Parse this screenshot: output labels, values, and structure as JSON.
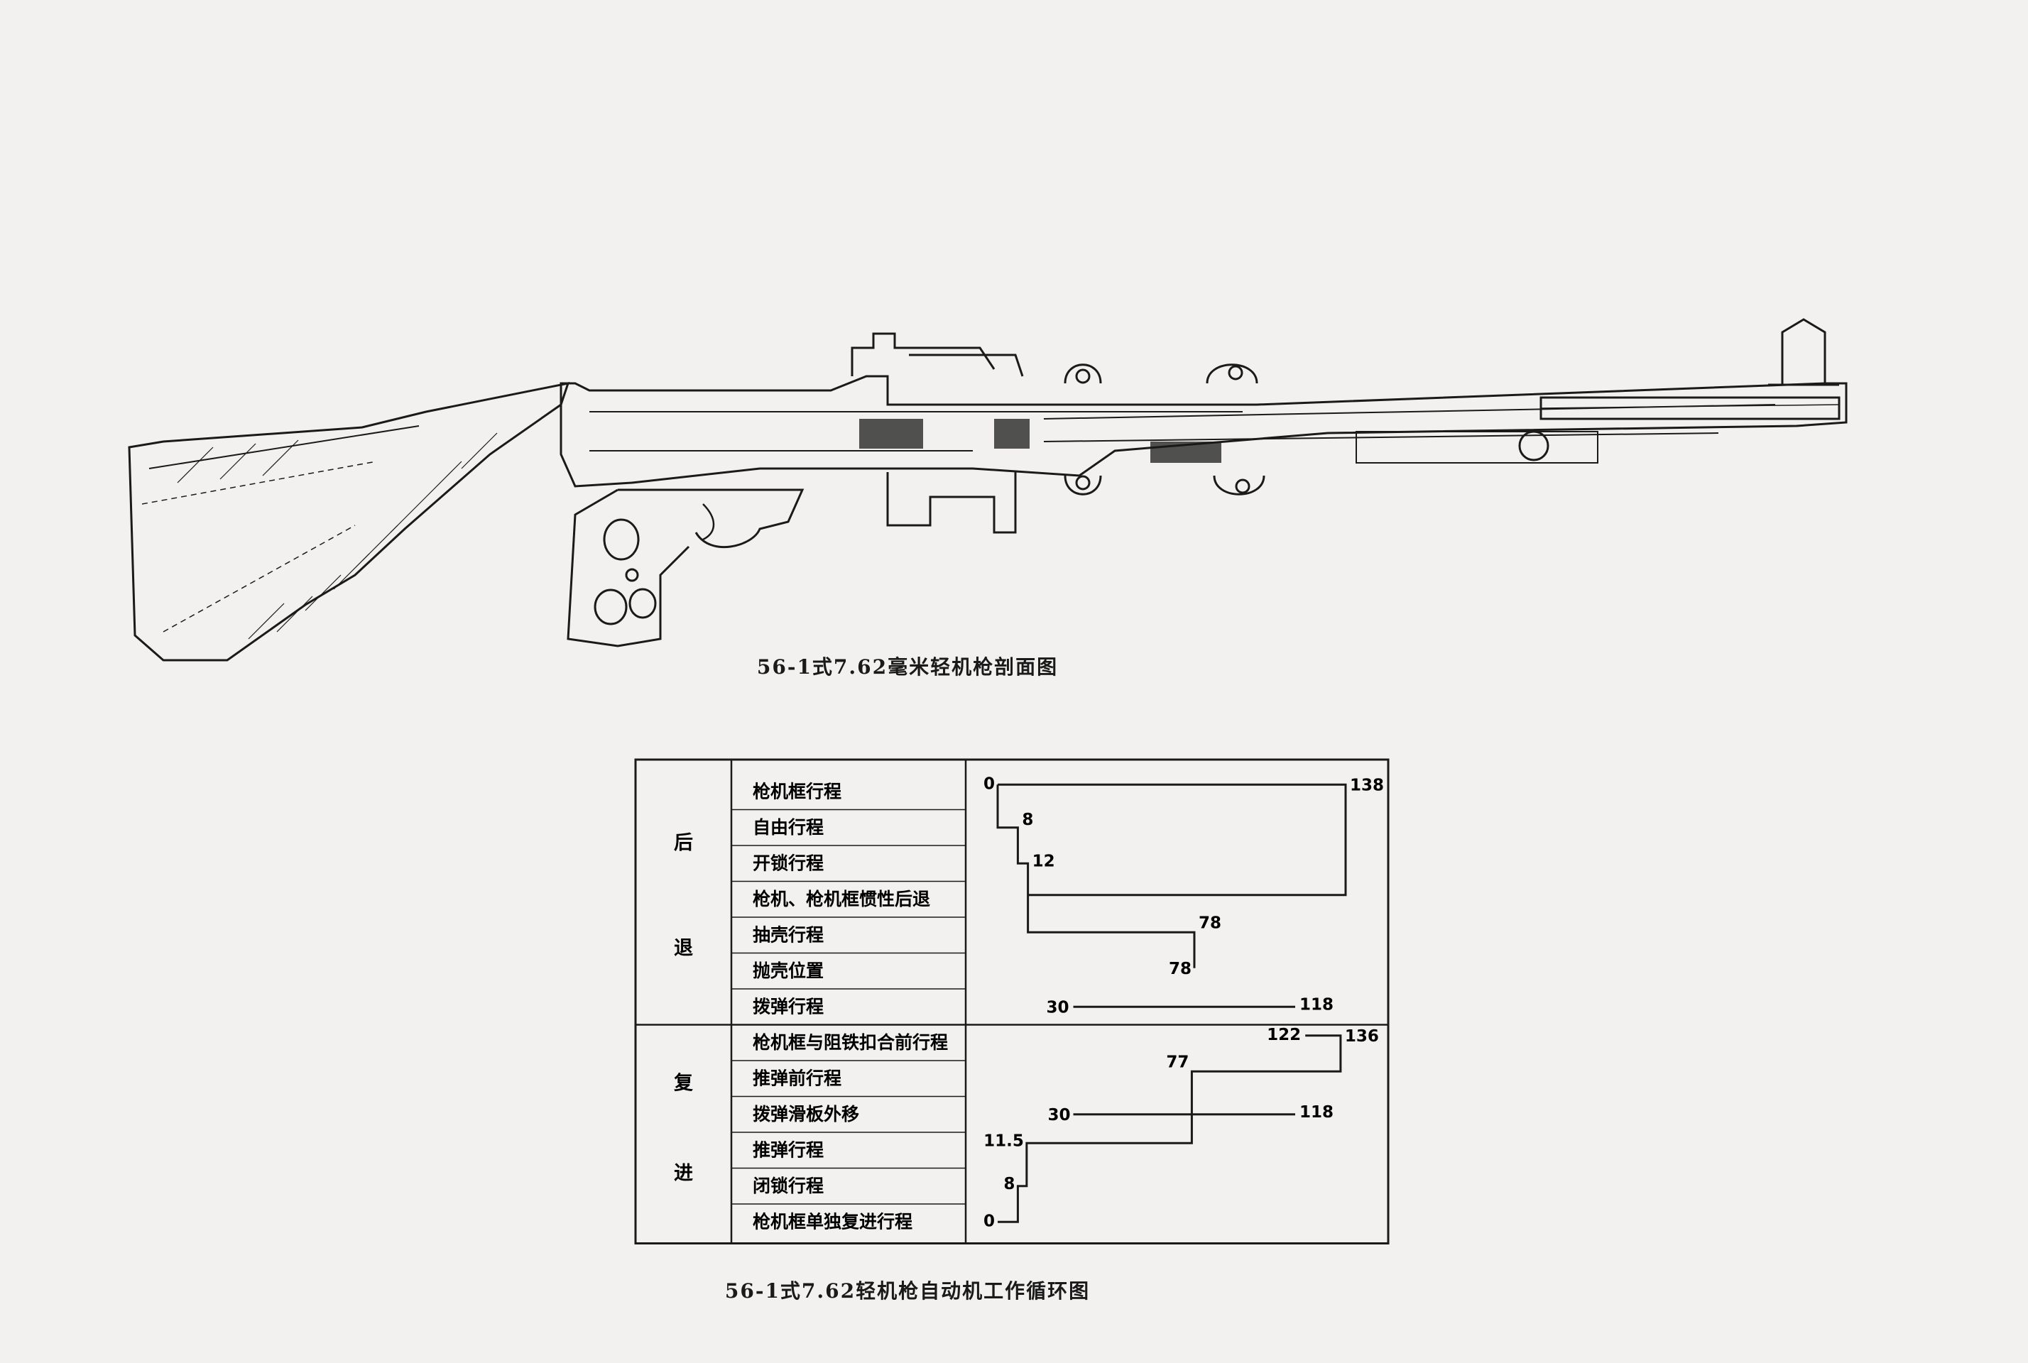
{
  "captions": {
    "section_view": "56-1式7.62毫米轻机枪剖面图",
    "cycle_chart": "56-1式7.62轻机枪自动机工作循环图"
  },
  "table": {
    "groups": [
      {
        "chars": [
          "后",
          "退"
        ],
        "rows": [
          "枪机框行程",
          "自由行程",
          "开锁行程",
          "枪机、枪机框惯性后退",
          "抽壳行程",
          "抛壳位置",
          "拨弹行程"
        ]
      },
      {
        "chars": [
          "复",
          "进"
        ],
        "rows": [
          "枪机框与阻铁扣合前行程",
          "推弹前行程",
          "拨弹滑板外移",
          "推弹行程",
          "闭锁行程",
          "枪机框单独复进行程"
        ]
      }
    ],
    "values": {
      "retreat": [
        "0",
        "138",
        "8",
        "12",
        "78",
        "78",
        "30",
        "118"
      ],
      "return": [
        "122",
        "136",
        "77",
        "30",
        "118",
        "11.5",
        "8",
        "0"
      ]
    }
  }
}
